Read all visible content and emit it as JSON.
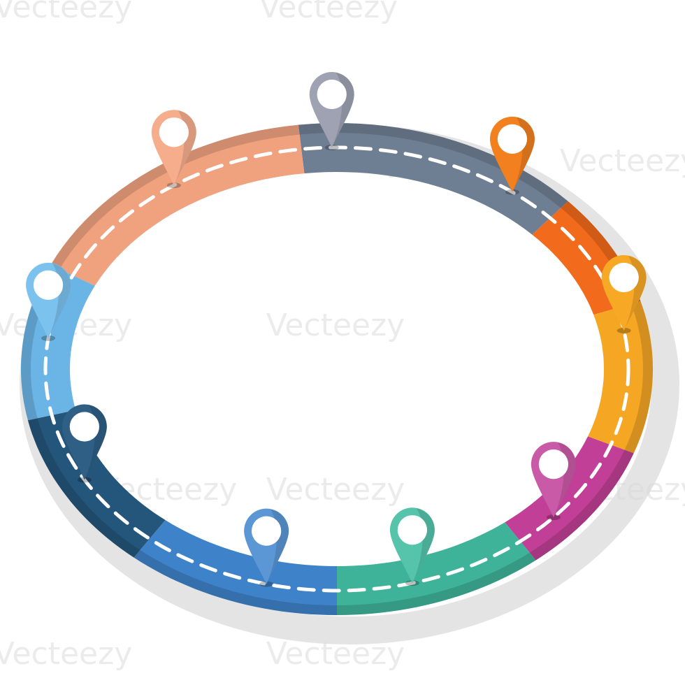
{
  "watermark": {
    "text": "Vecteezy"
  },
  "road": {
    "lane_marking_color": "#ffffff",
    "shadow_color": "#d9d9d9",
    "segments": [
      {
        "name": "segment-gray",
        "color": "#6f7f93"
      },
      {
        "name": "segment-orange",
        "color": "#f26a1b"
      },
      {
        "name": "segment-yellow",
        "color": "#f5a623"
      },
      {
        "name": "segment-magenta",
        "color": "#c13f96"
      },
      {
        "name": "segment-teal",
        "color": "#3fb39a"
      },
      {
        "name": "segment-blue",
        "color": "#3e83c9"
      },
      {
        "name": "segment-navy",
        "color": "#24557a"
      },
      {
        "name": "segment-light-blue",
        "color": "#6bb5e6"
      },
      {
        "name": "segment-peach",
        "color": "#f0a27f"
      }
    ]
  },
  "pins": [
    {
      "name": "pin-gray",
      "color": "#9ea2b3"
    },
    {
      "name": "pin-orange",
      "color": "#f2801f"
    },
    {
      "name": "pin-yellow",
      "color": "#f7a825"
    },
    {
      "name": "pin-magenta",
      "color": "#c95aa7"
    },
    {
      "name": "pin-teal",
      "color": "#56c4ab"
    },
    {
      "name": "pin-blue",
      "color": "#5a97d4"
    },
    {
      "name": "pin-navy",
      "color": "#2f5f85"
    },
    {
      "name": "pin-light-blue",
      "color": "#7cc2ee"
    },
    {
      "name": "pin-peach",
      "color": "#f5ad8c"
    }
  ]
}
